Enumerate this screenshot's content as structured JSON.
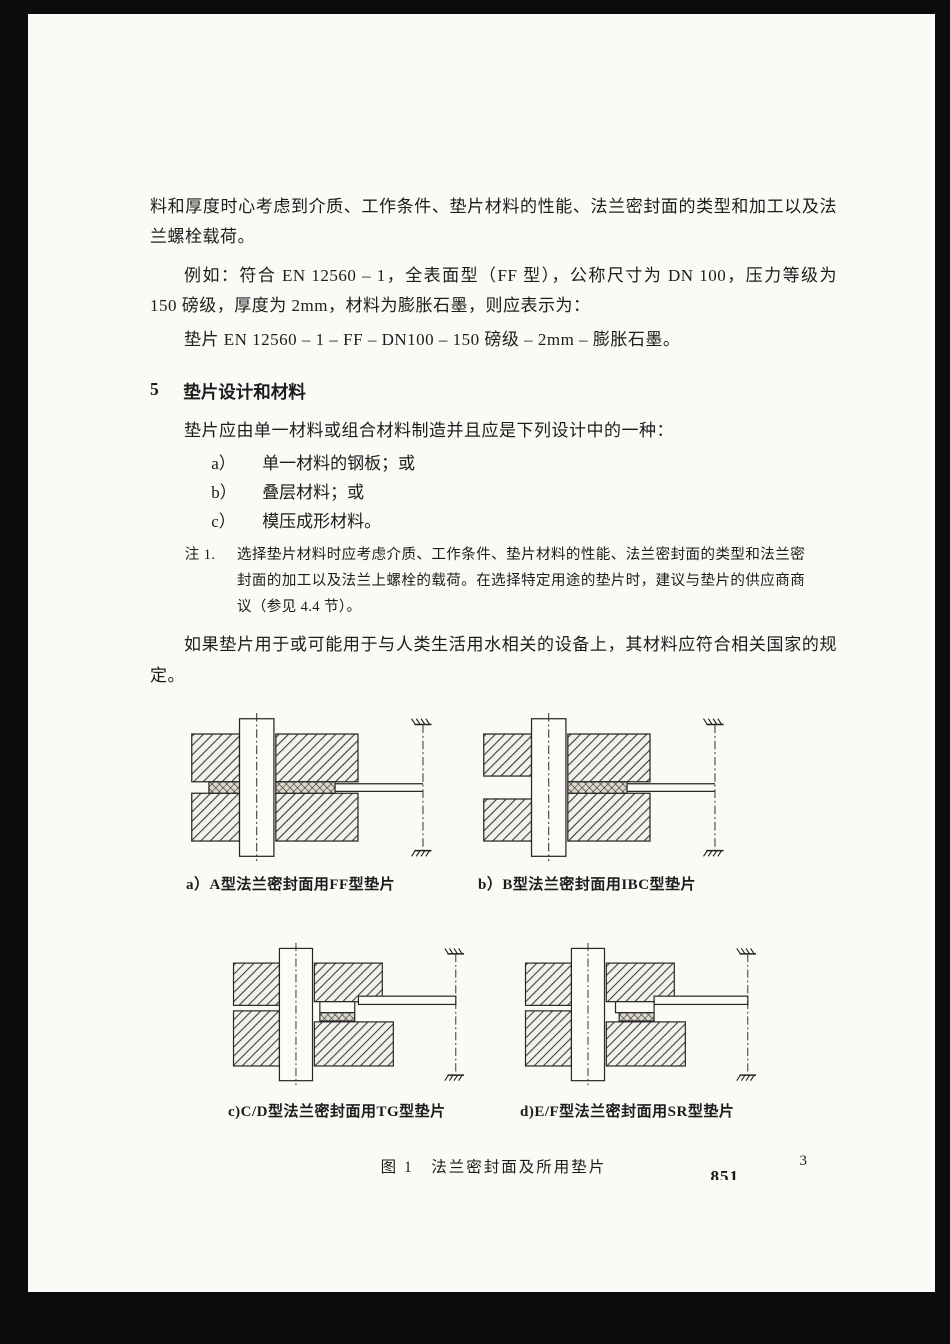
{
  "page": {
    "page_number": "3",
    "footer_artifact": "851"
  },
  "content": {
    "p_continuation": "料和厚度时心考虑到介质、工作条件、垫片材料的性能、法兰密封面的类型和加工以及法兰螺栓载荷。",
    "p_example": "例如：符合 EN 12560 – 1，全表面型（FF 型），公称尺寸为 DN 100，压力等级为 150 磅级，厚度为 2mm，材料为膨胀石墨，则应表示为：",
    "p_designation": "垫片 EN 12560 – 1 – FF – DN100 – 150 磅级 – 2mm – 膨胀石墨。"
  },
  "section5": {
    "number": "5",
    "title": "垫片设计和材料",
    "intro": "垫片应由单一材料或组合材料制造并且应是下列设计中的一种：",
    "items": [
      {
        "label": "a）",
        "text": "单一材料的钢板；或"
      },
      {
        "label": "b）",
        "text": "叠层材料；或"
      },
      {
        "label": "c）",
        "text": "模压成形材料。"
      }
    ],
    "note": {
      "label": "注 1.",
      "text": "选择垫片材料时应考虑介质、工作条件、垫片材料的性能、法兰密封面的类型和法兰密封面的加工以及法兰上螺栓的载荷。在选择特定用途的垫片时，建议与垫片的供应商商议（参见 4.4 节）。"
    },
    "p_water": "如果垫片用于或可能用于与人类生活用水相关的设备上，其材料应符合相关国家的规定。"
  },
  "figure": {
    "caption": "图 1　法兰密封面及所用垫片",
    "subs": [
      "a）A型法兰密封面用FF型垫片",
      "b）B型法兰密封面用IBC型垫片",
      "c)C/D型法兰密封面用TG型垫片",
      "d)E/F型法兰密封面用SR型垫片"
    ]
  }
}
